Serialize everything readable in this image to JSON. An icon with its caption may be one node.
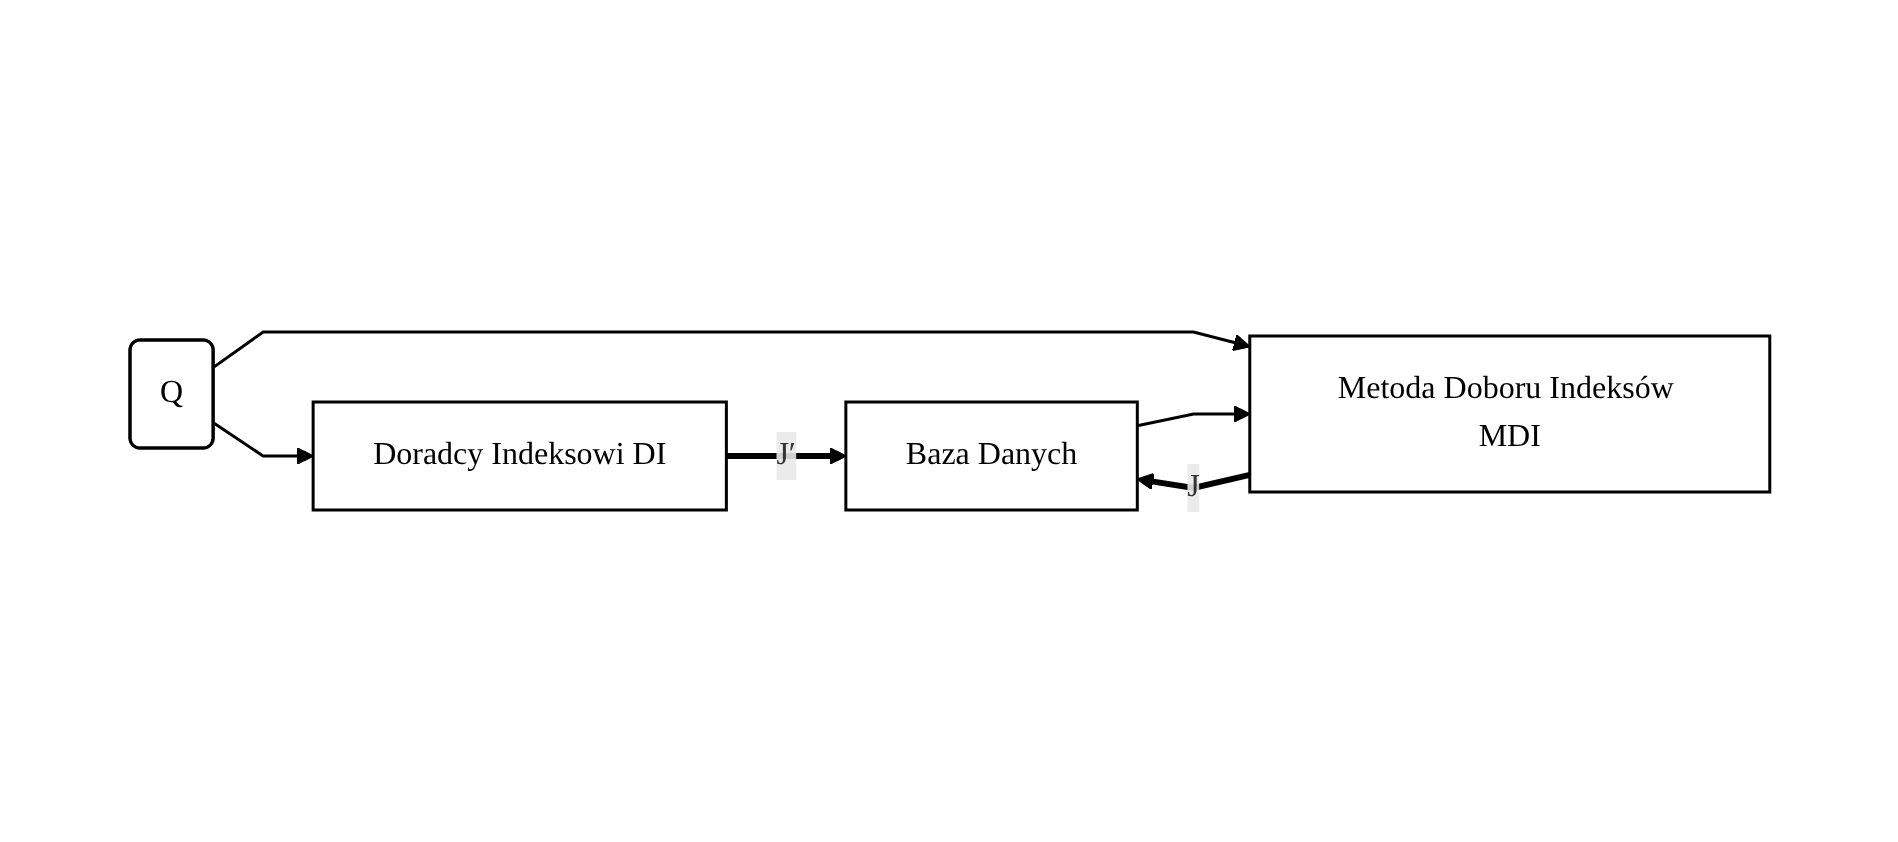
{
  "diagram": {
    "nodes": [
      {
        "text": [
          "Q"
        ]
      },
      {
        "text": [
          "Doradcy Indeksowi DI"
        ]
      },
      {
        "text": [
          "Metoda Doboru Indeksów MDI"
        ]
      },
      {
        "text": [
          "Baza Danych"
        ]
      }
    ],
    "edges": [
      {
        "from": 0,
        "to": 1,
        "arrow": "to"
      },
      {
        "from": 0,
        "to": 2,
        "arrow": "to"
      },
      {
        "from": 1,
        "to": 3,
        "arrow": "to",
        "label": "J′",
        "style": "thick"
      },
      {
        "from": 2,
        "to": 3,
        "arrow": "to",
        "label": "J",
        "style": "thick"
      },
      {
        "from": 3,
        "to": 2,
        "arrow": "to"
      }
    ]
  }
}
